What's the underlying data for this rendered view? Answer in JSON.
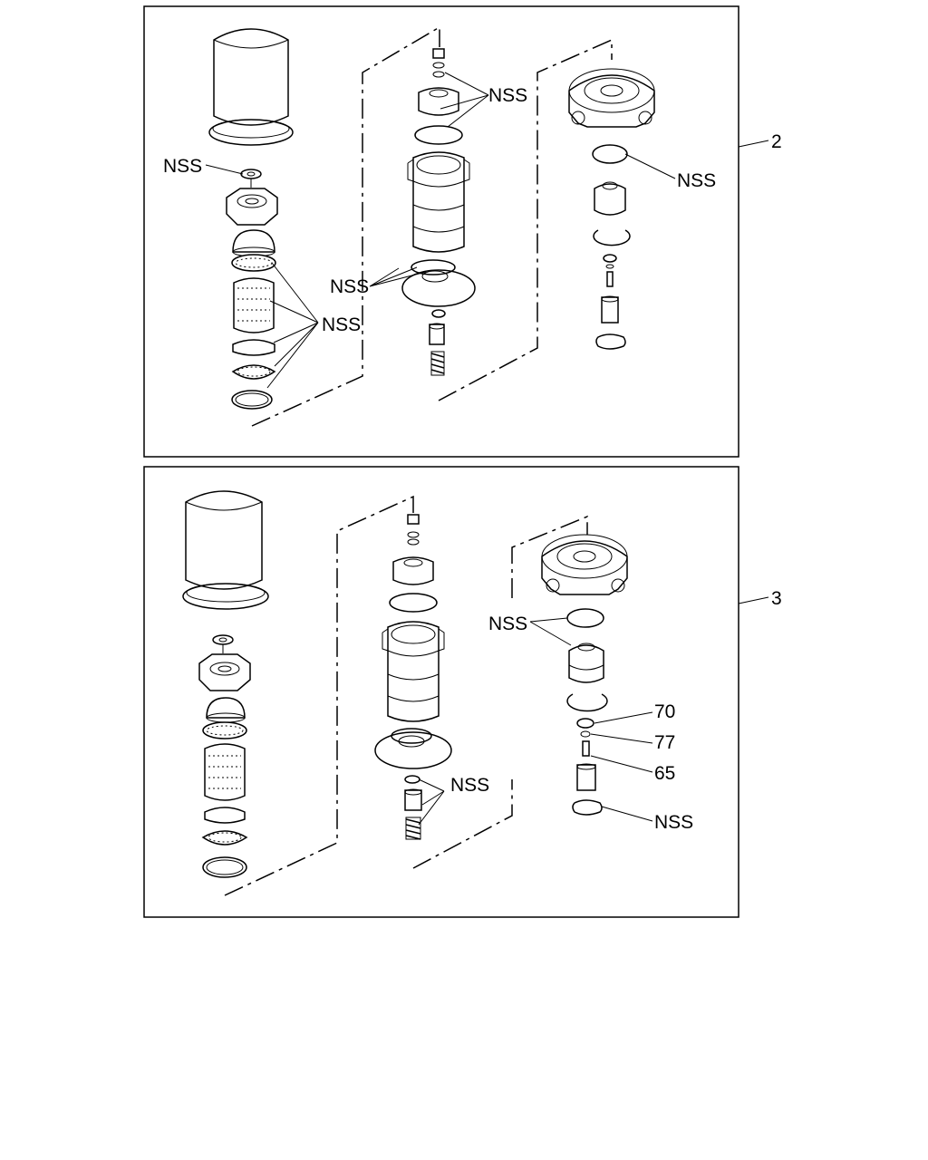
{
  "panel_top": {
    "callout": "2",
    "labels": {
      "nss_left": "NSS",
      "nss_filter": "NSS",
      "nss_center_top": "NSS",
      "nss_center_mid": "NSS",
      "nss_right": "NSS"
    }
  },
  "panel_bottom": {
    "callout": "3",
    "labels": {
      "nss_seal": "NSS",
      "part_70": "70",
      "part_77": "77",
      "part_65": "65",
      "nss_clip": "NSS",
      "nss_spring": "NSS"
    }
  }
}
